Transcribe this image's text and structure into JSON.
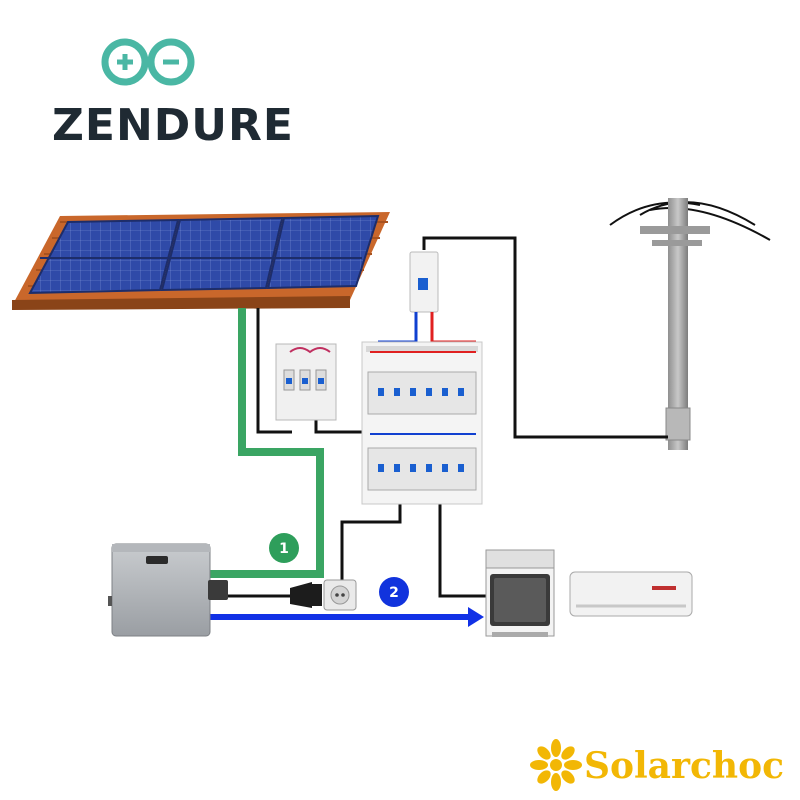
{
  "brand": {
    "name": "ZENDURE",
    "logo_icon": "plus-minus-loop-icon",
    "color": "#4ab7a4"
  },
  "sponsor": {
    "name": "Solarchoc",
    "icon": "sun-flower-icon",
    "color": "#f2b705"
  },
  "steps": [
    {
      "label": "1",
      "color": "#2e9e5b"
    },
    {
      "label": "2",
      "color": "#1133dd"
    }
  ],
  "colors": {
    "green_path": "#3aa563",
    "blue_path": "#1131e6",
    "wire": "#111111",
    "live": "#e02020",
    "neutral": "#1040d0"
  }
}
